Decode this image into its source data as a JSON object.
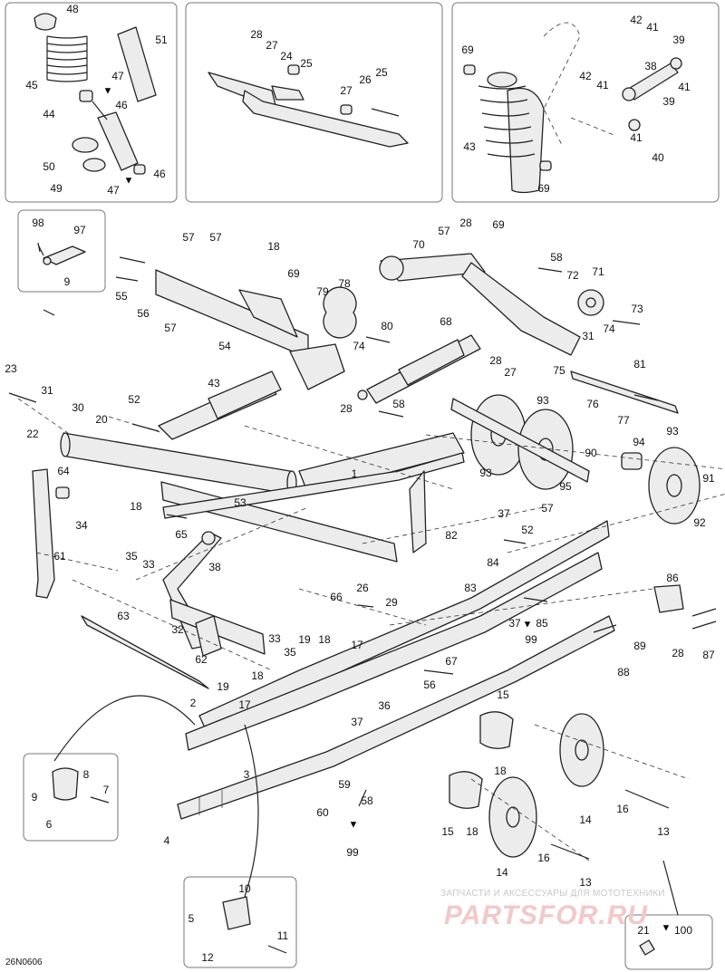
{
  "diagram": {
    "doc_ref": "26N0606",
    "watermark": {
      "line1": "ЗАПЧАСТИ И АКСЕССУАРЫ ДЛЯ МОТОТЕХНИКИ",
      "line2": "PARTSFOR.RU"
    },
    "callouts": [
      "48",
      "51",
      "47",
      "45",
      "46",
      "44",
      "50",
      "49",
      "47",
      "46",
      "28",
      "27",
      "24",
      "25",
      "27",
      "26",
      "25",
      "42",
      "41",
      "39",
      "38",
      "41",
      "69",
      "42",
      "41",
      "39",
      "43",
      "41",
      "40",
      "69",
      "98",
      "97",
      "9",
      "57",
      "57",
      "55",
      "56",
      "57",
      "54",
      "18",
      "69",
      "79",
      "78",
      "80",
      "74",
      "57",
      "28",
      "69",
      "70",
      "58",
      "72",
      "71",
      "73",
      "74",
      "68",
      "28",
      "27",
      "31",
      "75",
      "81",
      "76",
      "77",
      "58",
      "28",
      "23",
      "31",
      "22",
      "30",
      "20",
      "43",
      "52",
      "53",
      "18",
      "65",
      "64",
      "34",
      "61",
      "35",
      "33",
      "38",
      "32",
      "62",
      "33",
      "35",
      "63",
      "1",
      "93",
      "93",
      "90",
      "95",
      "94",
      "93",
      "91",
      "92",
      "37",
      "52",
      "57",
      "82",
      "84",
      "83",
      "26",
      "29",
      "86",
      "37",
      "85",
      "99",
      "89",
      "28",
      "87",
      "88",
      "66",
      "19",
      "18",
      "17",
      "67",
      "56",
      "19",
      "18",
      "17",
      "36",
      "37",
      "2",
      "3",
      "8",
      "9",
      "7",
      "6",
      "15",
      "18",
      "15",
      "18",
      "14",
      "16",
      "13",
      "14",
      "16",
      "13",
      "60",
      "59",
      "58",
      "99",
      "4",
      "10",
      "5",
      "11",
      "12",
      "21",
      "100"
    ],
    "lubricant_marks": [
      "47",
      "47",
      "37",
      "99",
      "100"
    ]
  }
}
